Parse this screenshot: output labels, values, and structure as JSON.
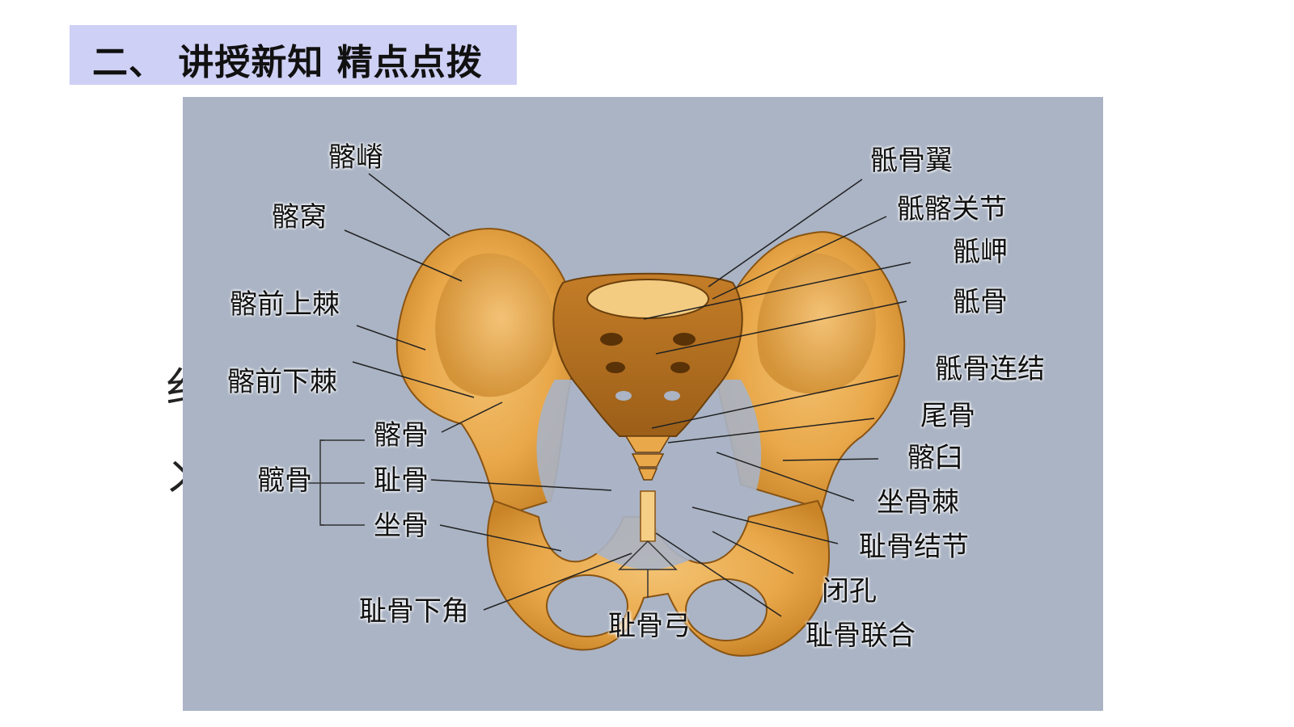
{
  "header": {
    "title": "二、 讲授新知 精点点拨"
  },
  "background_text": {
    "line1": "纟",
    "line2": "ㄨ"
  },
  "diagram": {
    "labels": {
      "iliac_crest": "髂嵴",
      "iliac_fossa": "髂窝",
      "asis": "髂前上棘",
      "aiis": "髂前下棘",
      "ilium": "髂骨",
      "hip_bone": "髋骨",
      "pubis": "耻骨",
      "ischium": "坐骨",
      "subpubic_angle": "耻骨下角",
      "pubic_arch": "耻骨弓",
      "sacral_ala": "骶骨翼",
      "sacroiliac_joint": "骶髂关节",
      "promontory": "骶岬",
      "sacrum": "骶骨",
      "sacrococcygeal": "骶骨连结",
      "coccyx": "尾骨",
      "acetabulum": "髂臼",
      "ischial_spine": "坐骨棘",
      "pubic_tubercle": "耻骨结节",
      "obturator": "闭孔",
      "symphysis": "耻骨联合"
    },
    "colors": {
      "panel": "#aab4c5",
      "bone": "#e9a84a",
      "bone_dark": "#b06f1c",
      "bone_light": "#f6cf86"
    }
  }
}
